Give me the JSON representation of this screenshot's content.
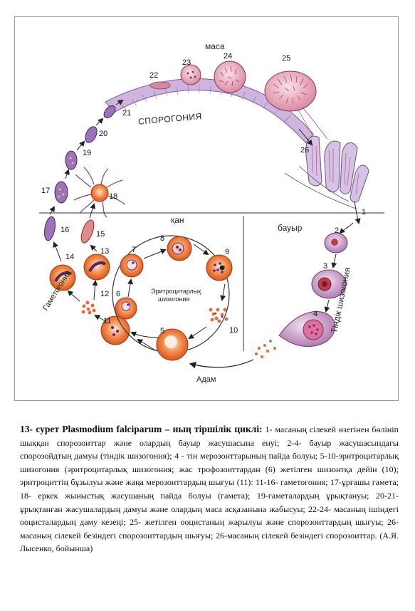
{
  "labels": {
    "masa": "маса",
    "sporogony": "СПОРОГОНИЯ",
    "kan": "қан",
    "bauyr": "бауыр",
    "erythro_1": "Эритроцитарлық",
    "erythro_2": "шизогония",
    "gametogony": "Гаметогония",
    "tissue_schizogony": "Тіндік шизогония",
    "adam": "Адам"
  },
  "numbers": [
    "1",
    "2",
    "3",
    "4",
    "5",
    "6",
    "7",
    "8",
    "9",
    "10",
    "11",
    "12",
    "13",
    "14",
    "15",
    "16",
    "17",
    "18",
    "19",
    "20",
    "21",
    "22",
    "23",
    "24",
    "25",
    "26"
  ],
  "caption": {
    "title": "13- сурет Plasmodium falciparum – ның тіршілік циклі:",
    "text": " 1- масаның сілекей өзегінен бөлініп шыққан спорозоиттар және олардың бауыр жасушасына енуі; 2-4- бауыр жасушасындағы спорозойдтың  дамуы (тіндік шизогония); 4 - тін мерозоиттарының пайда болуы; 5-10-эритроцитарлық шизогония  (эритроцитарлық шизогония; жас трофозоиттардан (6) жетілген шизонтқа  дейін (10); эритроциттің бұзылуы және жаңа мерозоиттардың  шығуы (11): 11-16- гаметогония; 17-ұрғашы гамета; 18- еркек жыныстық жасушаның пайда болуы (гамета); 19-гаметалардың ұрықтануы; 20-21- ұрықтанған жасушалардың дамуы және олардың маса асқазанына жабысуы; 22-24- масаның ішіндегі ооцисталардың  даму кезеңі; 25- жетілген ооцистаның жарылуы және спорозоиттардың шығуы; 26-масаның сілекей безіндегі спорозоиттардың шығуы; 26-масаның сілекей безіндегі спорозоиттар.  (А.Я. Лысенко, бойынша)"
  },
  "colors": {
    "rbc": "#e8642a",
    "cyst": "#e9a0b0",
    "parasite": "#7a3a8a",
    "stomach": "#c9a9d8",
    "liver": "#d87aa0"
  }
}
